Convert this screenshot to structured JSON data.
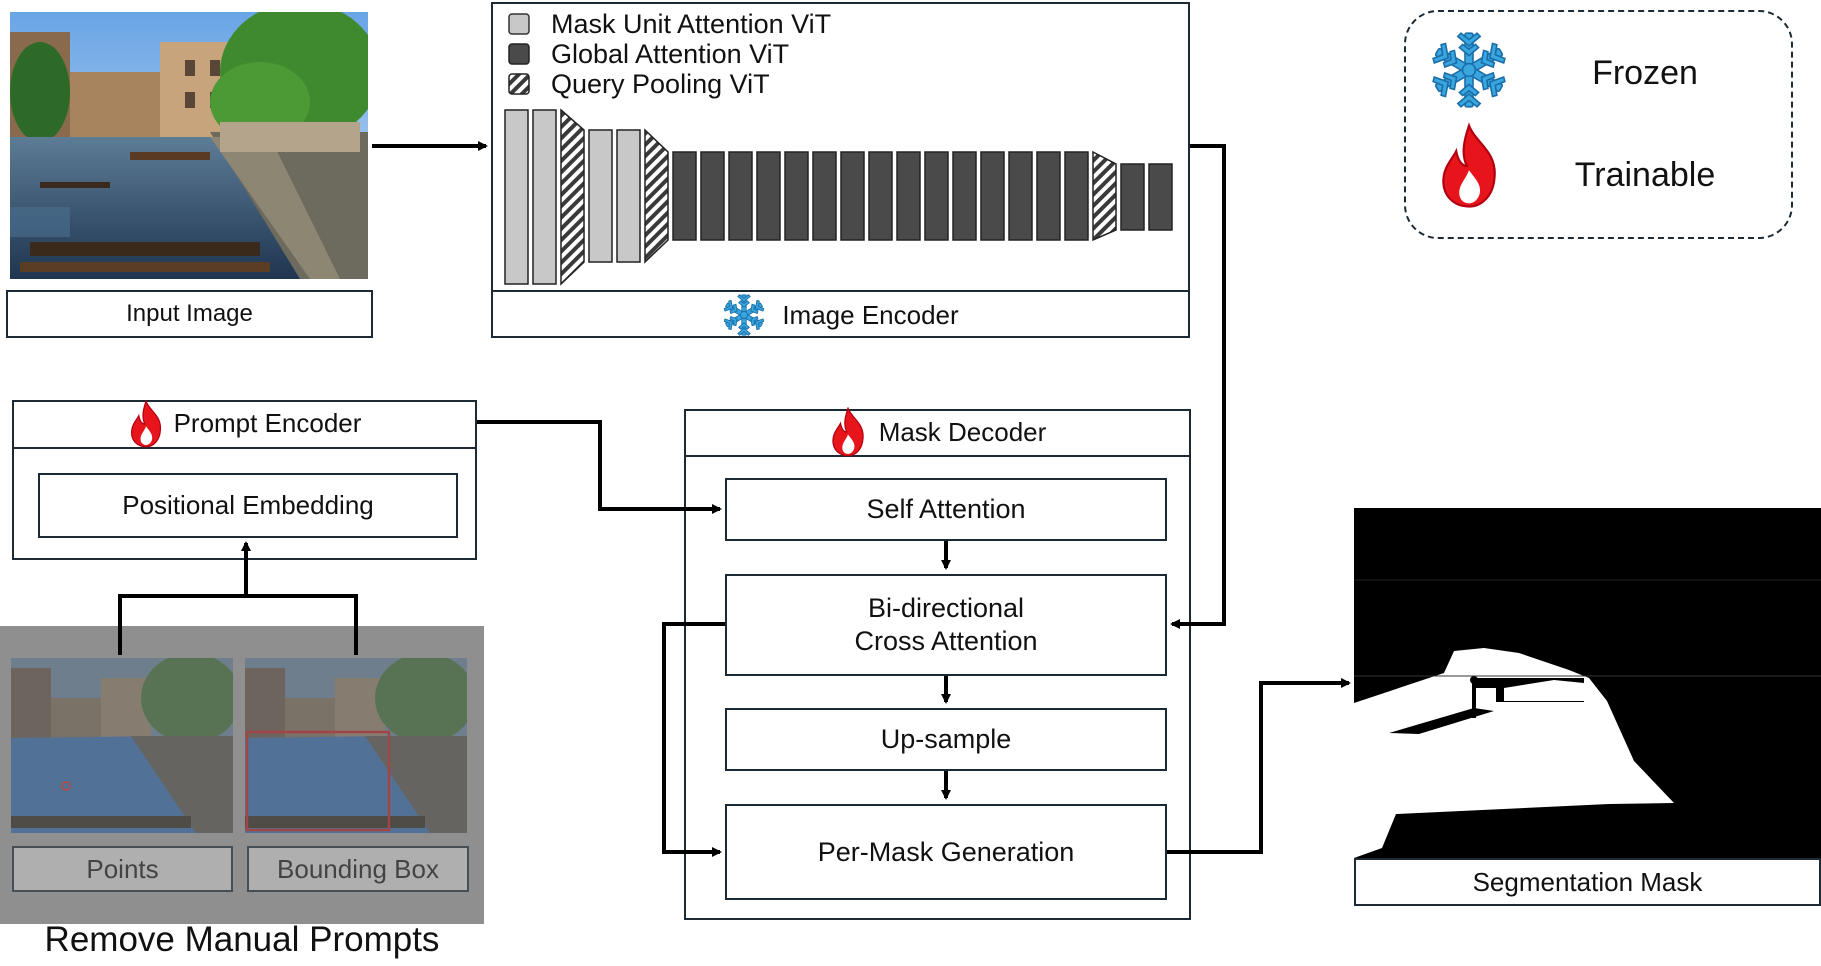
{
  "input_image": {
    "label": "Input Image"
  },
  "image_encoder": {
    "label": "Image Encoder",
    "legend": [
      {
        "text": "Mask Unit Attention ViT",
        "swatch": "light"
      },
      {
        "text": "Global Attention ViT",
        "swatch": "dark"
      },
      {
        "text": "Query Pooling ViT",
        "swatch": "hatched"
      }
    ],
    "blocks": [
      "light",
      "light",
      "hatched",
      "light",
      "light",
      "hatched",
      "dark",
      "dark",
      "dark",
      "dark",
      "dark",
      "dark",
      "dark",
      "dark",
      "dark",
      "dark",
      "dark",
      "dark",
      "dark",
      "dark",
      "dark",
      "hatched",
      "dark",
      "dark"
    ]
  },
  "legend_box": {
    "frozen_label": "Frozen",
    "trainable_label": "Trainable"
  },
  "prompt_encoder": {
    "title": "Prompt Encoder",
    "positional_embedding": "Positional Embedding"
  },
  "manual_prompts": {
    "points_label": "Points",
    "bbox_label": "Bounding Box",
    "caption": "Remove Manual Prompts"
  },
  "mask_decoder": {
    "title": "Mask Decoder",
    "self_attention": "Self Attention",
    "cross_attention_line1": "Bi-directional",
    "cross_attention_line2": "Cross Attention",
    "upsample": "Up-sample",
    "per_mask": "Per-Mask Generation"
  },
  "output": {
    "label": "Segmentation Mask"
  },
  "colors": {
    "light_block": "#c8c8c8",
    "dark_block": "#4a4a4a",
    "border": "#1b2a35",
    "flame": "#e8141c",
    "snowflake": "#2f9ad6",
    "mask_bg": "#000000",
    "mask_fg": "#ffffff",
    "dim_overlay": "#8a8a8a"
  }
}
